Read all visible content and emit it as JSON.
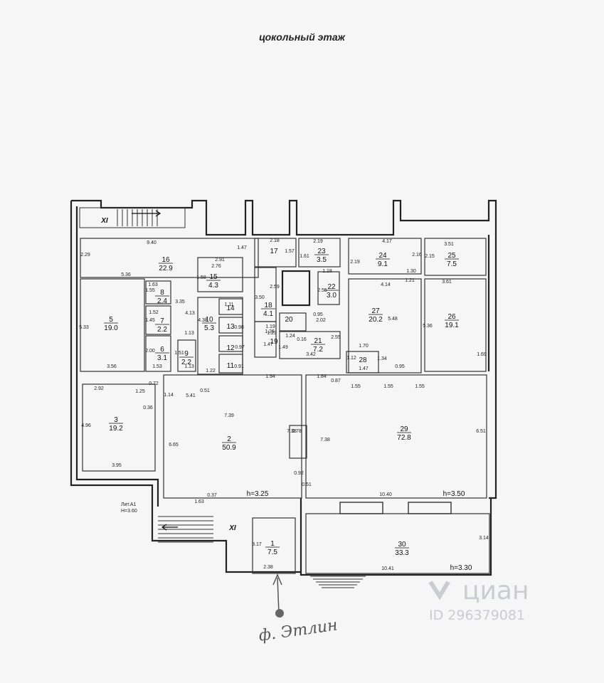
{
  "title": "цокольный этаж",
  "rooms": [
    {
      "num": "1",
      "area": "7.5"
    },
    {
      "num": "2",
      "area": "50.9"
    },
    {
      "num": "3",
      "area": "19.2"
    },
    {
      "num": "5",
      "area": "19.0"
    },
    {
      "num": "6",
      "area": "3.1"
    },
    {
      "num": "7",
      "area": "2.2"
    },
    {
      "num": "8",
      "area": "2.4"
    },
    {
      "num": "9",
      "area": "2.2"
    },
    {
      "num": "10",
      "area": "5.3"
    },
    {
      "num": "11",
      "area": ""
    },
    {
      "num": "12",
      "area": ""
    },
    {
      "num": "13",
      "area": ""
    },
    {
      "num": "14",
      "area": ""
    },
    {
      "num": "15",
      "area": "4.3"
    },
    {
      "num": "16",
      "area": "22.9"
    },
    {
      "num": "17",
      "area": ""
    },
    {
      "num": "18",
      "area": "4.1"
    },
    {
      "num": "19",
      "area": ""
    },
    {
      "num": "20",
      "area": ""
    },
    {
      "num": "21",
      "area": "7.2"
    },
    {
      "num": "22",
      "area": "3.0"
    },
    {
      "num": "23",
      "area": "3.5"
    },
    {
      "num": "24",
      "area": "9.1"
    },
    {
      "num": "25",
      "area": "7.5"
    },
    {
      "num": "26",
      "area": "19.1"
    },
    {
      "num": "27",
      "area": "20.2"
    },
    {
      "num": "28",
      "area": ""
    },
    {
      "num": "29",
      "area": "72.8"
    },
    {
      "num": "30",
      "area": "33.3"
    }
  ],
  "dimensions": [
    "9.40",
    "2.29",
    "1.47",
    "5.36",
    "5.33",
    "3.56",
    "1.63",
    "1.55",
    "1.52",
    "1.45",
    "2.00",
    "1.53",
    "3.35",
    "4.13",
    "1.13",
    "1.51",
    "1.13",
    "2.91",
    "2.76",
    "1.58",
    "1.11",
    "4.38",
    "1.22",
    "0.98",
    "0.97",
    "0.91",
    "2.18",
    "1.57",
    "2.19",
    "1.61",
    "1.18",
    "3.50",
    "2.59",
    "1.19",
    "1.26",
    "1.23",
    "1.24",
    "0.16",
    "1.47",
    "1.49",
    "2.55",
    "2.02",
    "0.95",
    "2.55",
    "4.17",
    "2.16",
    "2.19",
    "3.51",
    "2.15",
    "1.30",
    "1.21",
    "4.14",
    "3.61",
    "5.48",
    "5.36",
    "1.70",
    "1.34",
    "1.12",
    "1.47",
    "0.95",
    "1.69",
    "3.42",
    "1.94",
    "1.84",
    "0.87",
    "1.55",
    "1.55",
    "1.55",
    "2.92",
    "1.25",
    "0.72",
    "1.14",
    "0.36",
    "4.96",
    "3.95",
    "0.51",
    "5.41",
    "7.39",
    "6.65",
    "7.38",
    "0.78",
    "7.38",
    "6.51",
    "0.37",
    "1.63",
    "0.92",
    "0.51",
    "10.40",
    "3.17",
    "2.38",
    "3.14",
    "10.41"
  ],
  "heights": [
    "h=3.25",
    "h=3.50",
    "h=3.30"
  ],
  "litera": "Лит.А1",
  "litera_height": "H=3.60",
  "section_marks": [
    "XI",
    "XI"
  ],
  "handwritten_note": "ф. Этлин",
  "watermark": {
    "brand": "циан",
    "id_text": "ID 296379081"
  }
}
